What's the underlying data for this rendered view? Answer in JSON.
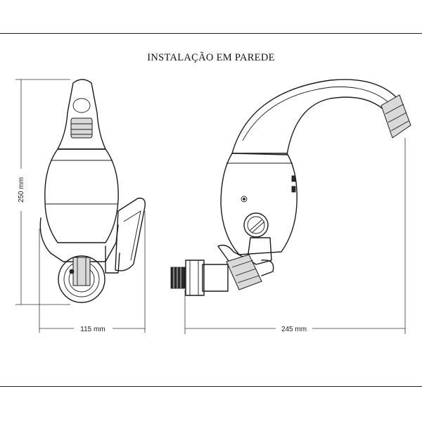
{
  "title": "INSTALAÇÃO EM PAREDE",
  "dimensions": {
    "height": "250 mm",
    "front_width": "115 mm",
    "side_width": "245 mm"
  }
}
